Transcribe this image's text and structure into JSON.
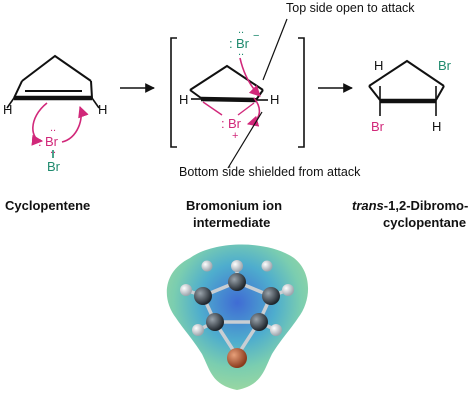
{
  "annotations": {
    "top_side": "Top side open to attack",
    "bottom_side": "Bottom side shielded from attack"
  },
  "atoms": {
    "h": "H",
    "br": "Br",
    "minus": "−",
    "plus": "+"
  },
  "captions": {
    "cyclopentene": "Cyclopentene",
    "bromonium_line1": "Bromonium ion",
    "bromonium_line2": "intermediate",
    "product_italic": "trans",
    "product_line1_rest": "-1,2-Dibromo-",
    "product_line2": "cyclopentane"
  },
  "colors": {
    "magenta": "#d1287a",
    "green": "#1f8a6e",
    "bond": "#111111"
  }
}
